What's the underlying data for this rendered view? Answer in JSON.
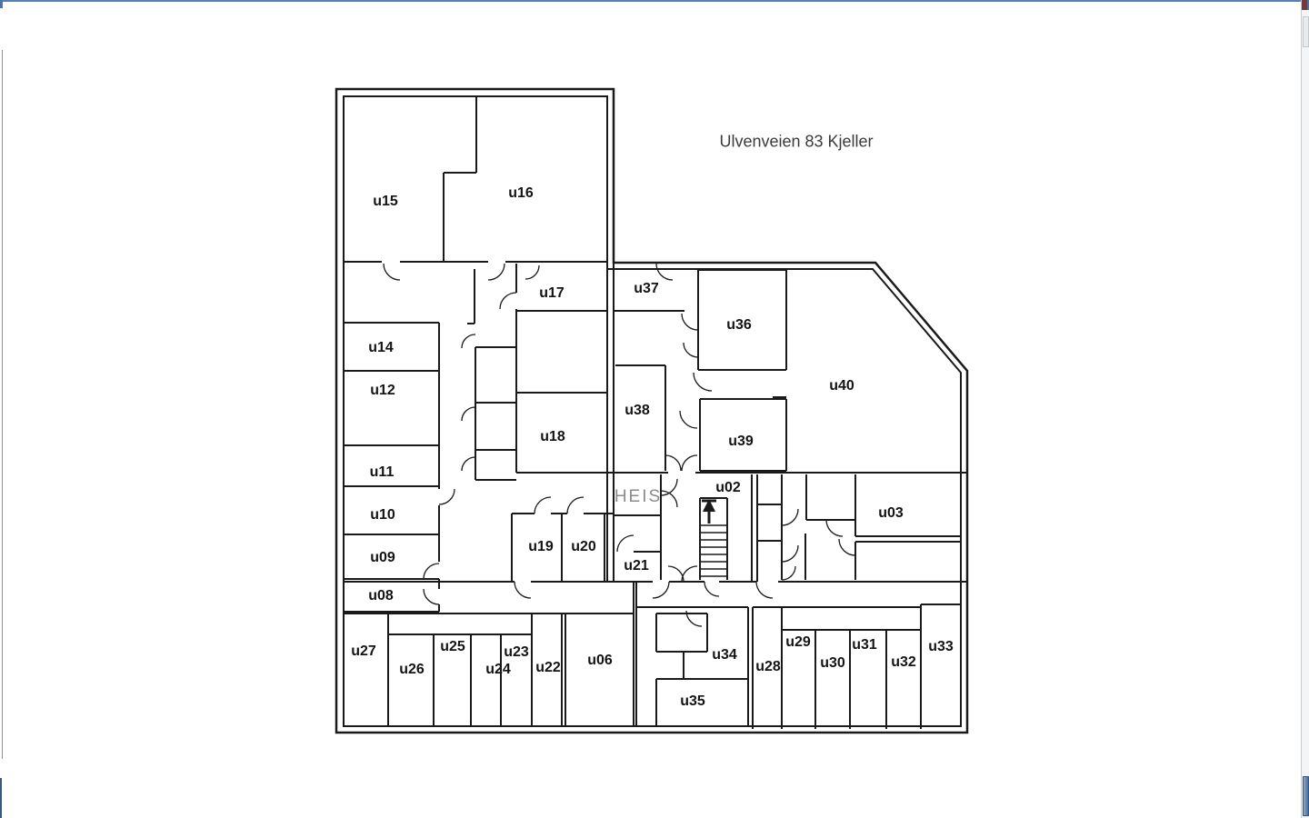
{
  "title": "Ulvenveien 83 Kjeller",
  "elevator_label": "HEIS",
  "rooms": [
    {
      "id": "u15",
      "label": "u15"
    },
    {
      "id": "u16",
      "label": "u16"
    },
    {
      "id": "u17",
      "label": "u17"
    },
    {
      "id": "u37",
      "label": "u37"
    },
    {
      "id": "u36",
      "label": "u36"
    },
    {
      "id": "u40",
      "label": "u40"
    },
    {
      "id": "u14",
      "label": "u14"
    },
    {
      "id": "u12",
      "label": "u12"
    },
    {
      "id": "u11",
      "label": "u11"
    },
    {
      "id": "u10",
      "label": "u10"
    },
    {
      "id": "u09",
      "label": "u09"
    },
    {
      "id": "u08",
      "label": "u08"
    },
    {
      "id": "u18",
      "label": "u18"
    },
    {
      "id": "u38",
      "label": "u38"
    },
    {
      "id": "u39",
      "label": "u39"
    },
    {
      "id": "u02",
      "label": "u02"
    },
    {
      "id": "u03",
      "label": "u03"
    },
    {
      "id": "u19",
      "label": "u19"
    },
    {
      "id": "u20",
      "label": "u20"
    },
    {
      "id": "u21",
      "label": "u21"
    },
    {
      "id": "u27",
      "label": "u27"
    },
    {
      "id": "u26",
      "label": "u26"
    },
    {
      "id": "u25",
      "label": "u25"
    },
    {
      "id": "u24",
      "label": "u24"
    },
    {
      "id": "u23",
      "label": "u23"
    },
    {
      "id": "u22",
      "label": "u22"
    },
    {
      "id": "u06",
      "label": "u06"
    },
    {
      "id": "u34",
      "label": "u34"
    },
    {
      "id": "u35",
      "label": "u35"
    },
    {
      "id": "u28",
      "label": "u28"
    },
    {
      "id": "u29",
      "label": "u29"
    },
    {
      "id": "u30",
      "label": "u30"
    },
    {
      "id": "u31",
      "label": "u31"
    },
    {
      "id": "u32",
      "label": "u32"
    },
    {
      "id": "u33",
      "label": "u33"
    }
  ],
  "colors": {
    "wall": "#1a1a1a",
    "label": "#141414",
    "elevator_label": "#8c8c8c",
    "title": "#3a3a3a",
    "chrome_blue": "#4f74a4",
    "chrome_maroon": "#713a3c"
  }
}
